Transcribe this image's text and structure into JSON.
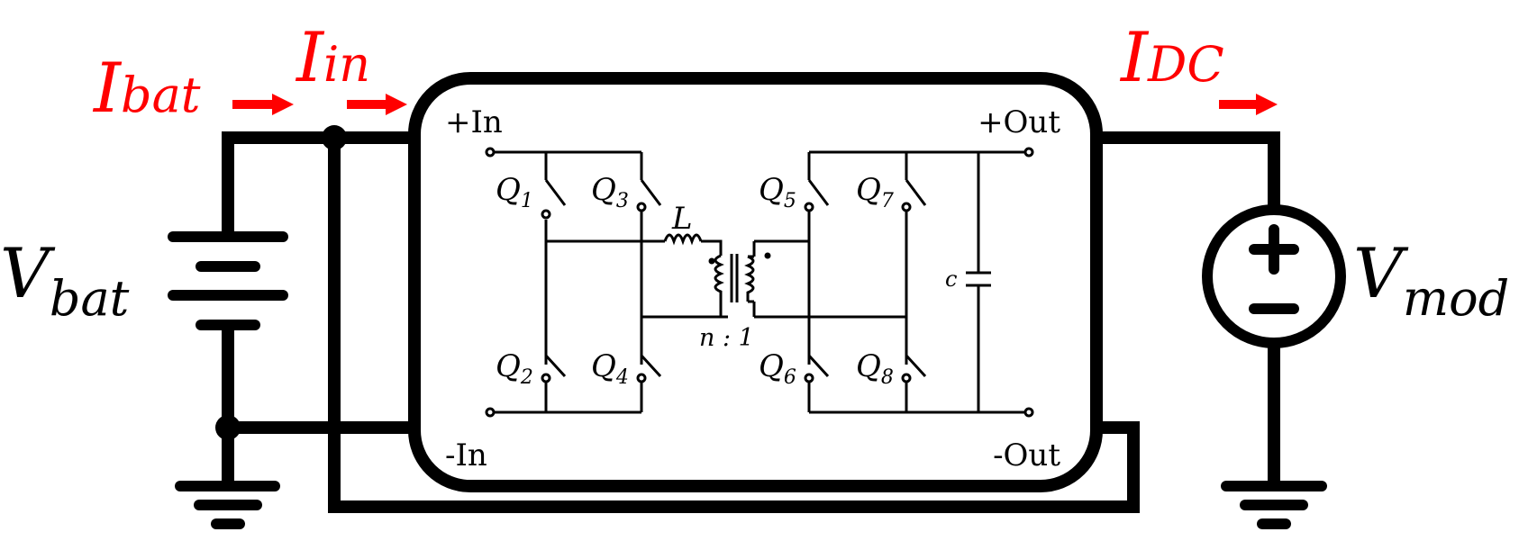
{
  "colors": {
    "wire": "#000000",
    "current_label": "#ff0000",
    "background": "#ffffff"
  },
  "labels": {
    "i_bat": {
      "main": "I",
      "sub": "bat"
    },
    "i_in": {
      "main": "I",
      "sub": "in"
    },
    "i_dc": {
      "main": "I",
      "sub": "DC"
    },
    "v_bat": {
      "main": "V",
      "sub": "bat"
    },
    "v_mod": {
      "main": "V",
      "sub": "mod"
    },
    "plus_in": "+In",
    "minus_in": "-In",
    "plus_out": "+Out",
    "minus_out": "-Out",
    "inductor": "L",
    "capacitor": "c",
    "turns_ratio": "n : 1",
    "switches": [
      {
        "main": "Q",
        "sub": "1"
      },
      {
        "main": "Q",
        "sub": "2"
      },
      {
        "main": "Q",
        "sub": "3"
      },
      {
        "main": "Q",
        "sub": "4"
      },
      {
        "main": "Q",
        "sub": "5"
      },
      {
        "main": "Q",
        "sub": "6"
      },
      {
        "main": "Q",
        "sub": "7"
      },
      {
        "main": "Q",
        "sub": "8"
      }
    ]
  }
}
